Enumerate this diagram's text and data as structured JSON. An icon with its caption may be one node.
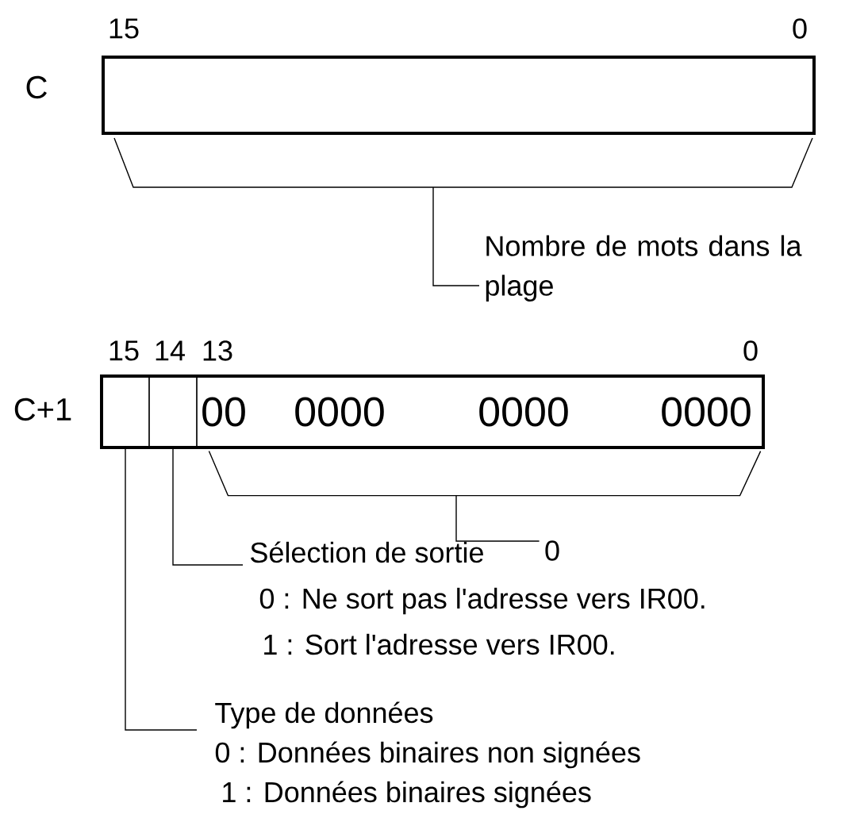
{
  "diagram": {
    "nodes": [
      {
        "text": [],
        "shape": "box",
        "beside": [
          "15",
          "0",
          "C"
        ]
      },
      {
        "text": [
          "Nombre de mots dans la plage"
        ]
      },
      {
        "text": [],
        "shape": "box",
        "beside": [
          "15",
          "14",
          "13",
          "0",
          "C+1"
        ]
      },
      {
        "text": [],
        "shape": "box",
        "in": 2
      },
      {
        "text": [],
        "shape": "box",
        "in": 2
      },
      {
        "text": [
          "00",
          "0000",
          "0000",
          "0000"
        ],
        "in": 2
      },
      {
        "text": [
          "0"
        ]
      },
      {
        "text": [
          "Sélection de sortie",
          "0 : Ne sort pas l'adresse vers IR00.",
          "1 : Sort l'adresse vers IR00."
        ]
      },
      {
        "text": [
          "Type de données",
          "0 : Données binaires non signées",
          "1 : Données binaires signées"
        ]
      }
    ],
    "edges": [
      {
        "from": 1,
        "to": 0,
        "arrow": "none"
      },
      {
        "from": 6,
        "to": 5,
        "arrow": "none"
      },
      {
        "from": 7,
        "to": 4,
        "arrow": "none"
      },
      {
        "from": 8,
        "to": 3,
        "arrow": "none"
      }
    ]
  }
}
